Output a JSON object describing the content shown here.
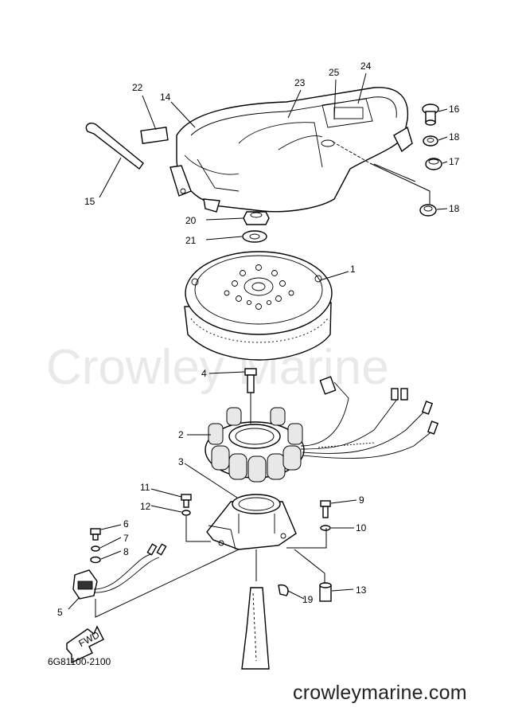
{
  "watermark": "Crowley Marine",
  "footer_url": "crowleymarine.com",
  "diagram_code": "6G81100-2100",
  "fwd_label": "FWD",
  "callouts": [
    "22",
    "14",
    "23",
    "25",
    "24",
    "16",
    "18",
    "17",
    "18",
    "15",
    "20",
    "21",
    "1",
    "4",
    "2",
    "3",
    "11",
    "12",
    "9",
    "10",
    "6",
    "7",
    "8",
    "5",
    "13",
    "19"
  ]
}
